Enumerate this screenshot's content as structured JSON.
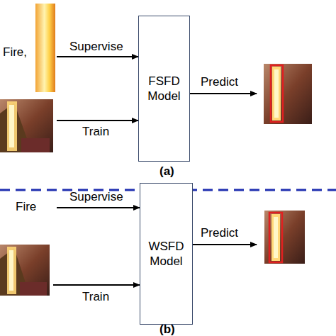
{
  "diagram": {
    "nodes": [
      {
        "text": [
          "FSFD Model"
        ]
      },
      {
        "text": [
          "WSFD Model"
        ]
      }
    ],
    "labels": [
      "Fire,",
      "Supervise",
      "Train",
      "Predict",
      "(a)",
      "Fire",
      "Supervise",
      "Train",
      "Predict",
      "(b)"
    ]
  }
}
